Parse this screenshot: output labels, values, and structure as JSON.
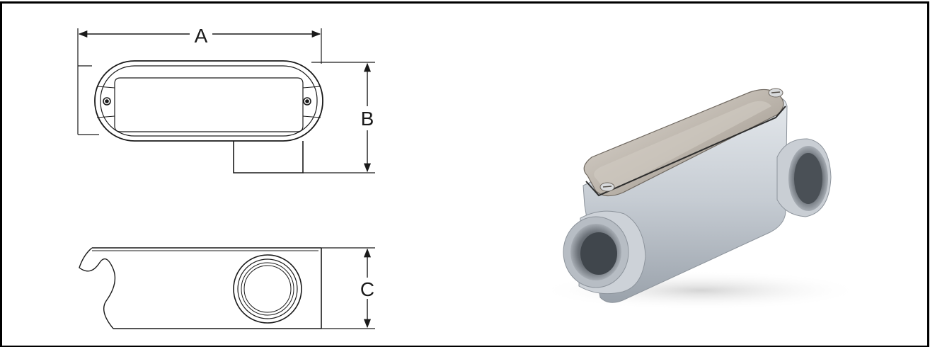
{
  "dimensions": {
    "a": {
      "label": "A"
    },
    "b": {
      "label": "B"
    },
    "c": {
      "label": "C"
    }
  },
  "colors": {
    "line": "#1a1a1a",
    "border": "#000000",
    "body_metal": "#c6ccd3",
    "cover_metal": "#bdb6ad"
  },
  "illustrations": {
    "top_view": "conduit-body-top-view-drawing",
    "side_view": "conduit-body-side-view-drawing",
    "photo": "conduit-body-photo"
  }
}
